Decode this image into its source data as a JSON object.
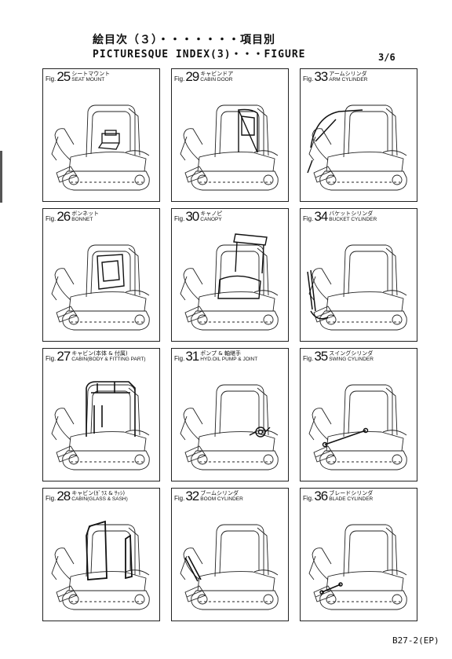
{
  "header": {
    "title_jp": "絵目次（３）・・・・・・・項目別",
    "title_en": "PICTURESQUE INDEX(3)・・・FIGURE",
    "page_number": "3/6"
  },
  "figures": [
    {
      "prefix": "Fig.",
      "number": "25",
      "label_jp": "シートマウント",
      "label_en": "SEAT MOUNT",
      "detail": "seat"
    },
    {
      "prefix": "Fig.",
      "number": "29",
      "label_jp": "キャビンドア",
      "label_en": "CABIN DOOR",
      "detail": "door"
    },
    {
      "prefix": "Fig.",
      "number": "33",
      "label_jp": "アームシリンダ",
      "label_en": "ARM CYLINDER",
      "detail": "arm"
    },
    {
      "prefix": "Fig.",
      "number": "26",
      "label_jp": "ボンネット",
      "label_en": "BONNET",
      "detail": "bonnet"
    },
    {
      "prefix": "Fig.",
      "number": "30",
      "label_jp": "キャノピ",
      "label_en": "CANOPY",
      "detail": "canopy"
    },
    {
      "prefix": "Fig.",
      "number": "34",
      "label_jp": "バケットシリンダ",
      "label_en": "BUCKET CYLINDER",
      "detail": "bucket"
    },
    {
      "prefix": "Fig.",
      "number": "27",
      "label_jp": "キャビン(本体 & 付属)",
      "label_en": "CABIN(BODY & FITTING PART)",
      "detail": "frame"
    },
    {
      "prefix": "Fig.",
      "number": "31",
      "label_jp": "ポンプ & 軸継手",
      "label_en": "HYD.OIL PUMP & JOINT",
      "detail": "pump"
    },
    {
      "prefix": "Fig.",
      "number": "35",
      "label_jp": "スイングシリンダ",
      "label_en": "SWING CYLINDER",
      "detail": "swing"
    },
    {
      "prefix": "Fig.",
      "number": "28",
      "label_jp": "キャビン(ｶﾞﾗｽ & ｻｯｼ)",
      "label_en": "CABIN(GLASS & SASH)",
      "detail": "glass"
    },
    {
      "prefix": "Fig.",
      "number": "32",
      "label_jp": "ブームシリンダ",
      "label_en": "BOOM CYLINDER",
      "detail": "boom"
    },
    {
      "prefix": "Fig.",
      "number": "36",
      "label_jp": "ブレードシリンダ",
      "label_en": "BLADE CYLINDER",
      "detail": "blade"
    }
  ],
  "footer": {
    "code": "B27-2(EP)"
  },
  "icons": {
    "illustration": "excavator-line-drawing-icon"
  },
  "colors": {
    "ink": "#222222",
    "highlight": "#111111"
  }
}
